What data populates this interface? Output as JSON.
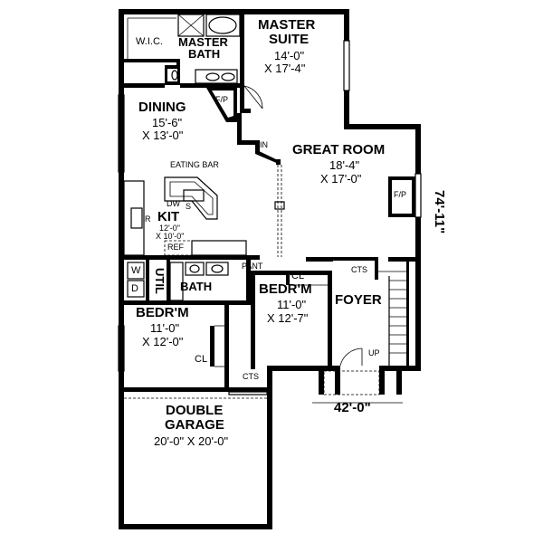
{
  "rooms": {
    "master_suite": {
      "name_line1": "MASTER",
      "name_line2": "SUITE",
      "width": "14'-0\"",
      "depth": "X 17'-4\""
    },
    "master_bath": {
      "name_line1": "MASTER",
      "name_line2": "BATH"
    },
    "wic": "W.I.C.",
    "dining": {
      "name": "DINING",
      "width": "15'-6\"",
      "depth": "X 13'-0\""
    },
    "great_room": {
      "name": "GREAT ROOM",
      "width": "18'-4\"",
      "depth": "X 17'-0\""
    },
    "kitchen": {
      "name": "KIT",
      "size_line1": "12'-0\"",
      "size_line2": "X 10'-0\""
    },
    "util": "UTIL",
    "bath": "BATH",
    "bedroom_left": {
      "name": "BEDR'M",
      "width": "11'-0\"",
      "depth": "X 12'-0\""
    },
    "bedroom_center": {
      "name": "BEDR'M",
      "width": "11'-0\"",
      "depth": "X 12'-7\""
    },
    "foyer": "FOYER",
    "garage": {
      "name_line1": "DOUBLE",
      "name_line2": "GARAGE",
      "size": "20'-0\" X 20'-0\""
    }
  },
  "fixtures": {
    "fp_dining": "F/P",
    "fp_great": "F/P",
    "lin": "LIN",
    "eating_bar": "EATING BAR",
    "dw": "DW",
    "sink": "S",
    "range": "R",
    "ref": "REF",
    "washer": "W",
    "dryer": "D",
    "pant": "PANT",
    "cl_center": "CL",
    "cl_left": "CL",
    "cts_foyer": "CTS",
    "cts_garage": "CTS",
    "up": "UP"
  },
  "dimensions": {
    "overall_depth": "74'-11\"",
    "overall_width": "42'-0\""
  }
}
